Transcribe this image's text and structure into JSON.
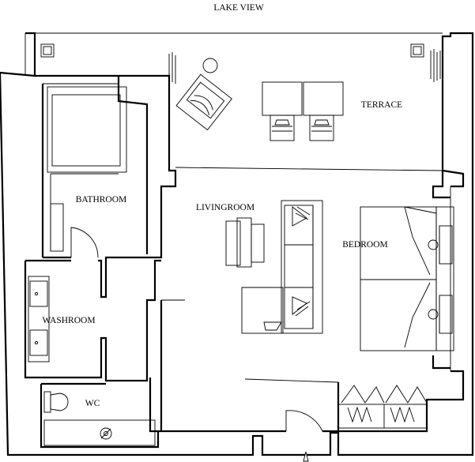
{
  "labels": {
    "lake_view": "LAKE VIEW",
    "terrace": "TERRACE",
    "bathroom": "BATHROOM",
    "livingroom": "LIVINGROOM",
    "bedroom": "BEDROOM",
    "washroom": "WASHROOM",
    "wc": "WC"
  },
  "colors": {
    "line": "#000000",
    "background": "#ffffff"
  }
}
